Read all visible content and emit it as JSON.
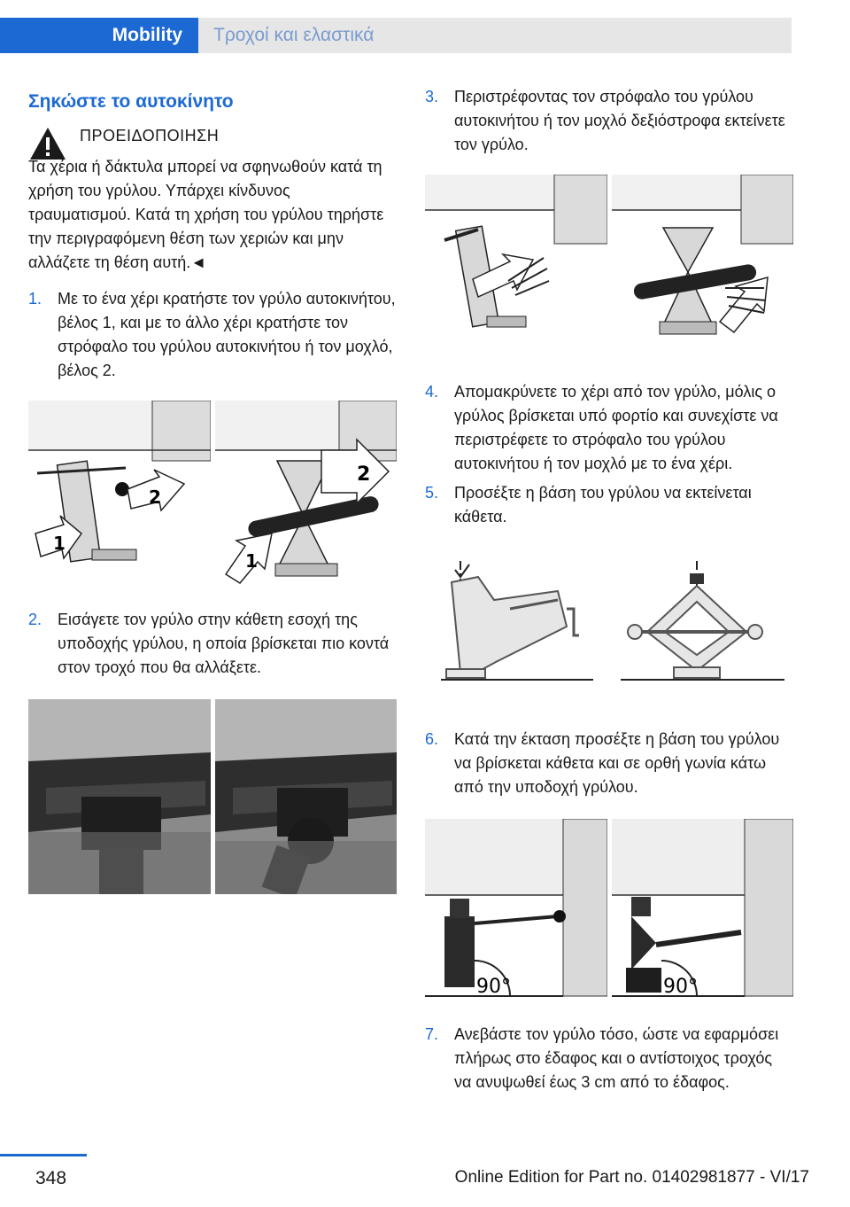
{
  "header": {
    "tab_active": "Mobility",
    "tab_inactive": "Τροχοί και ελαστικά"
  },
  "section_title": "Σηκώστε το αυτοκίνητο",
  "warning": {
    "icon": "warning-triangle-icon",
    "heading": "ΠΡΟΕΙΔΟΠΟΙΗΣΗ",
    "body": "Τα χέρια ή δάκτυλα μπορεί να σφηνω­θούν κατά τη χρήση του γρύλου. Υπάρχει κίν­δυνος τραυματισμού. Κατά τη χρήση του γρύ­λου τηρήστε την περιγραφόμενη θέση των χεριών και μην αλλάζετε τη θέση αυτή.◄"
  },
  "steps": [
    {
      "num": "1.",
      "text": "Με το ένα χέρι κρατήστε τον γρύλο αυτο­κινήτου, βέλος 1, και με το άλλο χέρι κρα­τήστε τον στρόφαλο του γρύλου αυτοκινή­του ή τον μοχλό, βέλος 2."
    },
    {
      "num": "2.",
      "text": "Εισάγετε τον γρύλο στην κάθετη εσοχή της υποδοχής γρύλου, η οποία βρίσκεται πιο κοντά στον τροχό που θα αλλάξετε."
    },
    {
      "num": "3.",
      "text": "Περιστρέφοντας τον στρόφαλο του γρύ­λου αυτοκινήτου ή τον μοχλό δεξιόστροφα εκτείνετε τον γρύλο."
    },
    {
      "num": "4.",
      "text": "Απομακρύνετε το χέρι από τον γρύλο, μό­λις ο γρύλος βρίσκεται υπό φορτίο και συν­εχίστε να περιστρέφετε το στρόφαλο του γρύλου αυτοκινήτου ή τον μοχλό με το ένα χέρι."
    },
    {
      "num": "5.",
      "text": "Προσέξτε η βάση του γρύλου να εκτείνεται κάθετα."
    },
    {
      "num": "6.",
      "text": "Κατά την έκταση προσέξτε η βάση του γρύλου να βρίσκεται κάθετα και σε ορθή γωνία κάτω από την υποδοχή γρύλου."
    },
    {
      "num": "7.",
      "text": "Ανεβάστε τον γρύλο τόσο, ώστε να εφαρ­μόσει πλήρως στο έδαφος και ο αντίστοι­χος τροχός να ανυψωθεί έως 3 cm από το έδαφος."
    }
  ],
  "figure_labels": {
    "arrow_1": "1",
    "arrow_2": "2",
    "angle": "90°"
  },
  "footer": {
    "page_number": "348",
    "edition": "Online Edition for Part no. 01402981877 - VI/17"
  }
}
